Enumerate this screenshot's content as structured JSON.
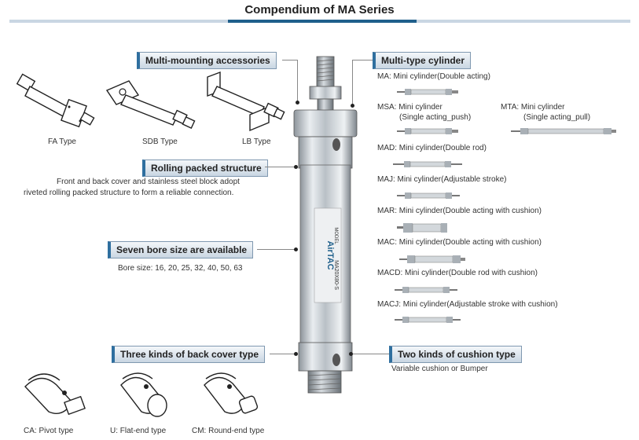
{
  "title": "Compendium of MA Series",
  "sections": {
    "multi_mounting": {
      "heading": "Multi-mounting accessories",
      "types": [
        "FA Type",
        "SDB Type",
        "LB Type"
      ]
    },
    "rolling": {
      "heading": "Rolling packed structure",
      "line1": "Front and back cover and stainless steel block adopt",
      "line2": "riveted rolling packed structure to form a reliable connection."
    },
    "bore": {
      "heading": "Seven bore size are available",
      "text": "Bore size: 16, 20, 25, 32, 40, 50, 63"
    },
    "back_cover": {
      "heading": "Three kinds of back cover type",
      "types": [
        "CA: Pivot type",
        "U: Flat-end type",
        "CM: Round-end type"
      ]
    },
    "multi_type": {
      "heading": "Multi-type cylinder",
      "items": [
        "MA: Mini cylinder(Double acting)",
        "MSA: Mini cylinder",
        "(Single acting_push)",
        "MTA: Mini cylinder",
        "(Single acting_pull)",
        "MAD: Mini cylinder(Double rod)",
        "MAJ: Mini cylinder(Adjustable stroke)",
        "MAR: Mini cylinder(Double acting with cushion)",
        "MAC: Mini cylinder(Double acting with cushion)",
        "MACD: Mini cylinder(Double rod with cushion)",
        "MACJ: Mini cylinder(Adjustable stroke with cushion)"
      ]
    },
    "cushion": {
      "heading": "Two kinds of cushion type",
      "text": "Variable cushion or Bumper"
    }
  },
  "cylinder_label": {
    "brand": "AirTAC",
    "model_tag": "MODEL",
    "model": "MA20X80-S"
  },
  "colors": {
    "accent": "#1f5f8b",
    "heading_border": "#7f98b0",
    "steel": "#c8cdd2"
  }
}
